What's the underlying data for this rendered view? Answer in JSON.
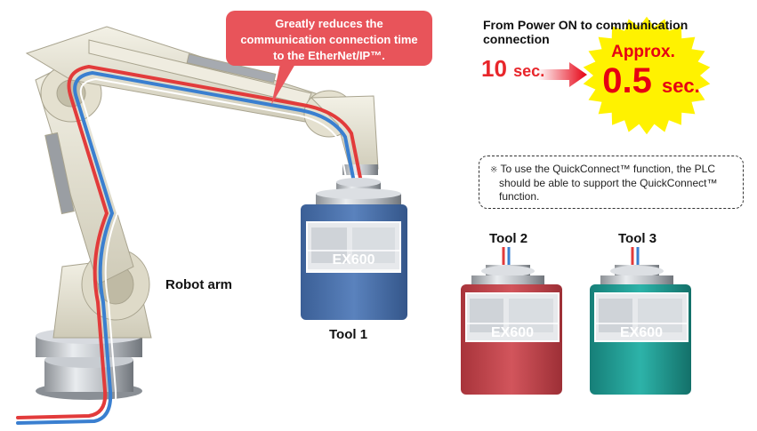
{
  "callout": {
    "line1": "Greatly reduces the",
    "line2": "communication connection time",
    "line3": "to the EtherNet/IP™."
  },
  "timing": {
    "header_line1": "From Power ON to communication",
    "header_line2": "connection",
    "before_value": "10",
    "before_unit": "sec.",
    "after_prefix": "Approx.",
    "after_value": "0.5",
    "after_unit": "sec."
  },
  "note": {
    "mark": "※",
    "line1": "To use the QuickConnect™ function, the PLC",
    "line2": "should be able to support the QuickConnect™",
    "line3": "function."
  },
  "labels": {
    "robot_arm": "Robot arm",
    "tool1": "Tool 1",
    "tool2": "Tool 2",
    "tool3": "Tool 3"
  },
  "devices": {
    "tool1_model": "EX600",
    "tool2_model": "EX600",
    "tool3_model": "EX600"
  },
  "colors": {
    "callout_bg": "#e8545a",
    "burst": "#fff200",
    "accent_red": "#e60012",
    "tool1_body": "#4a6fa5",
    "tool2_body": "#c9434b",
    "tool3_body": "#1f9c94",
    "cable_red": "#e23b3b",
    "cable_blue": "#3a7fd0"
  }
}
